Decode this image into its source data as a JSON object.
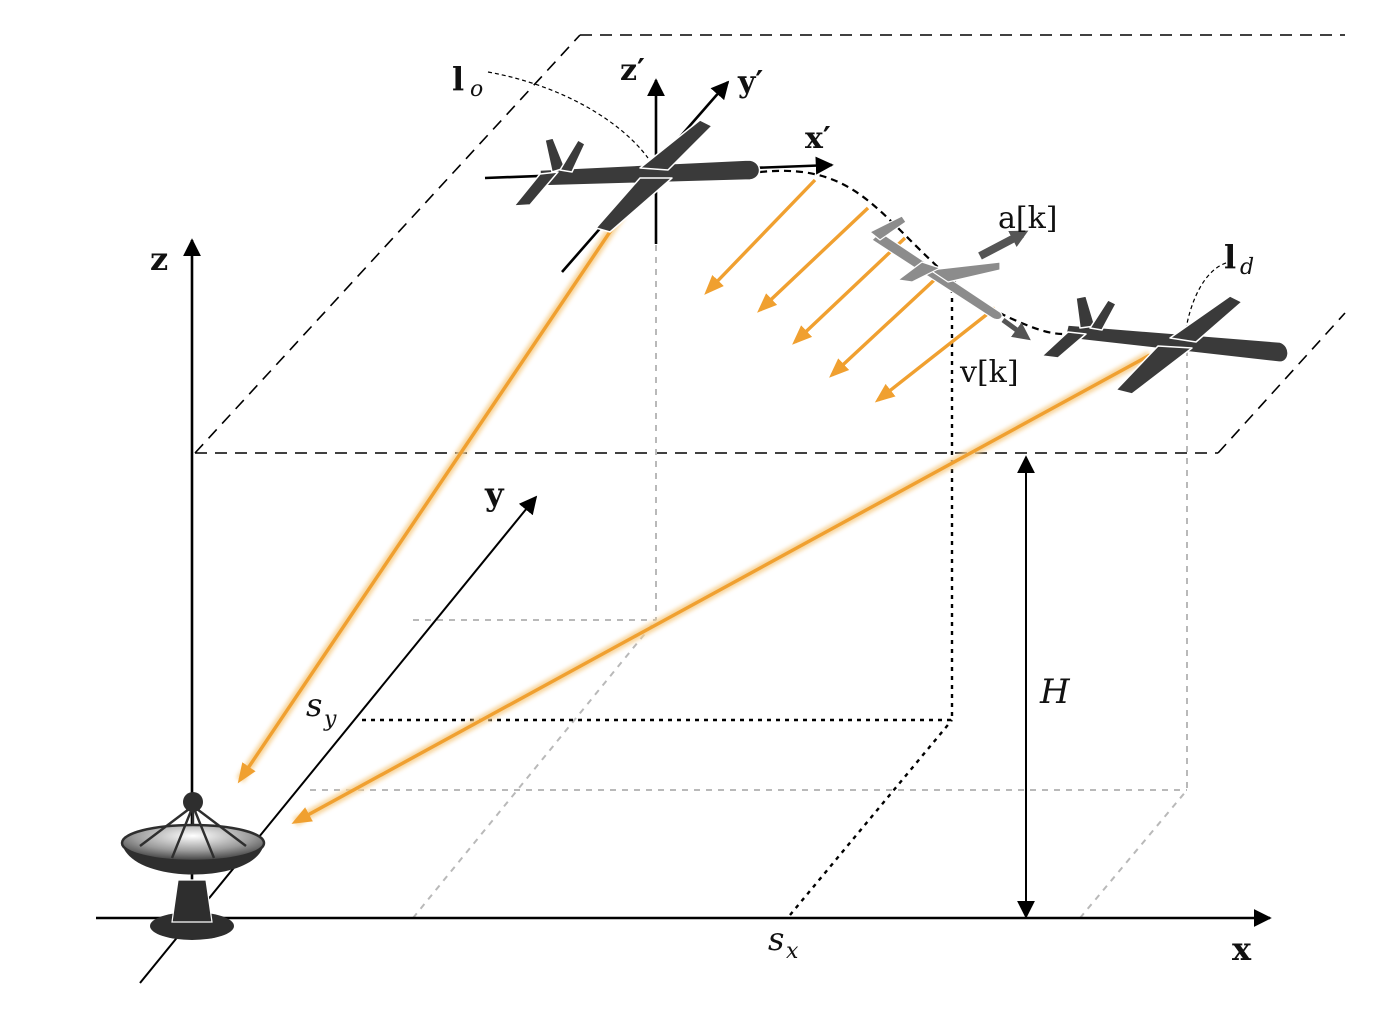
{
  "labels": {
    "x_axis": "x",
    "y_axis": "y",
    "z_axis": "z",
    "x_prime": "x′",
    "y_prime": "y′",
    "z_prime": "z′",
    "origin_base": "l",
    "origin_sub": "o",
    "dest_base": "l",
    "dest_sub": "d",
    "accel": "a[k]",
    "velocity": "v[k]",
    "height": "H",
    "sx_base": "s",
    "sx_sub": "x",
    "sy_base": "s",
    "sy_sub": "y"
  },
  "colors": {
    "beam": "#f0a030",
    "beam_glow": "#f6cf8e",
    "aircraft": "#3a3a3a",
    "aircraft_ghost": "#8c8c8c",
    "axis": "#000000",
    "guide": "#b9b9b9"
  },
  "icons": {
    "uav": "fixed-wing-uav-icon",
    "ground_station": "satellite-dish-icon"
  }
}
